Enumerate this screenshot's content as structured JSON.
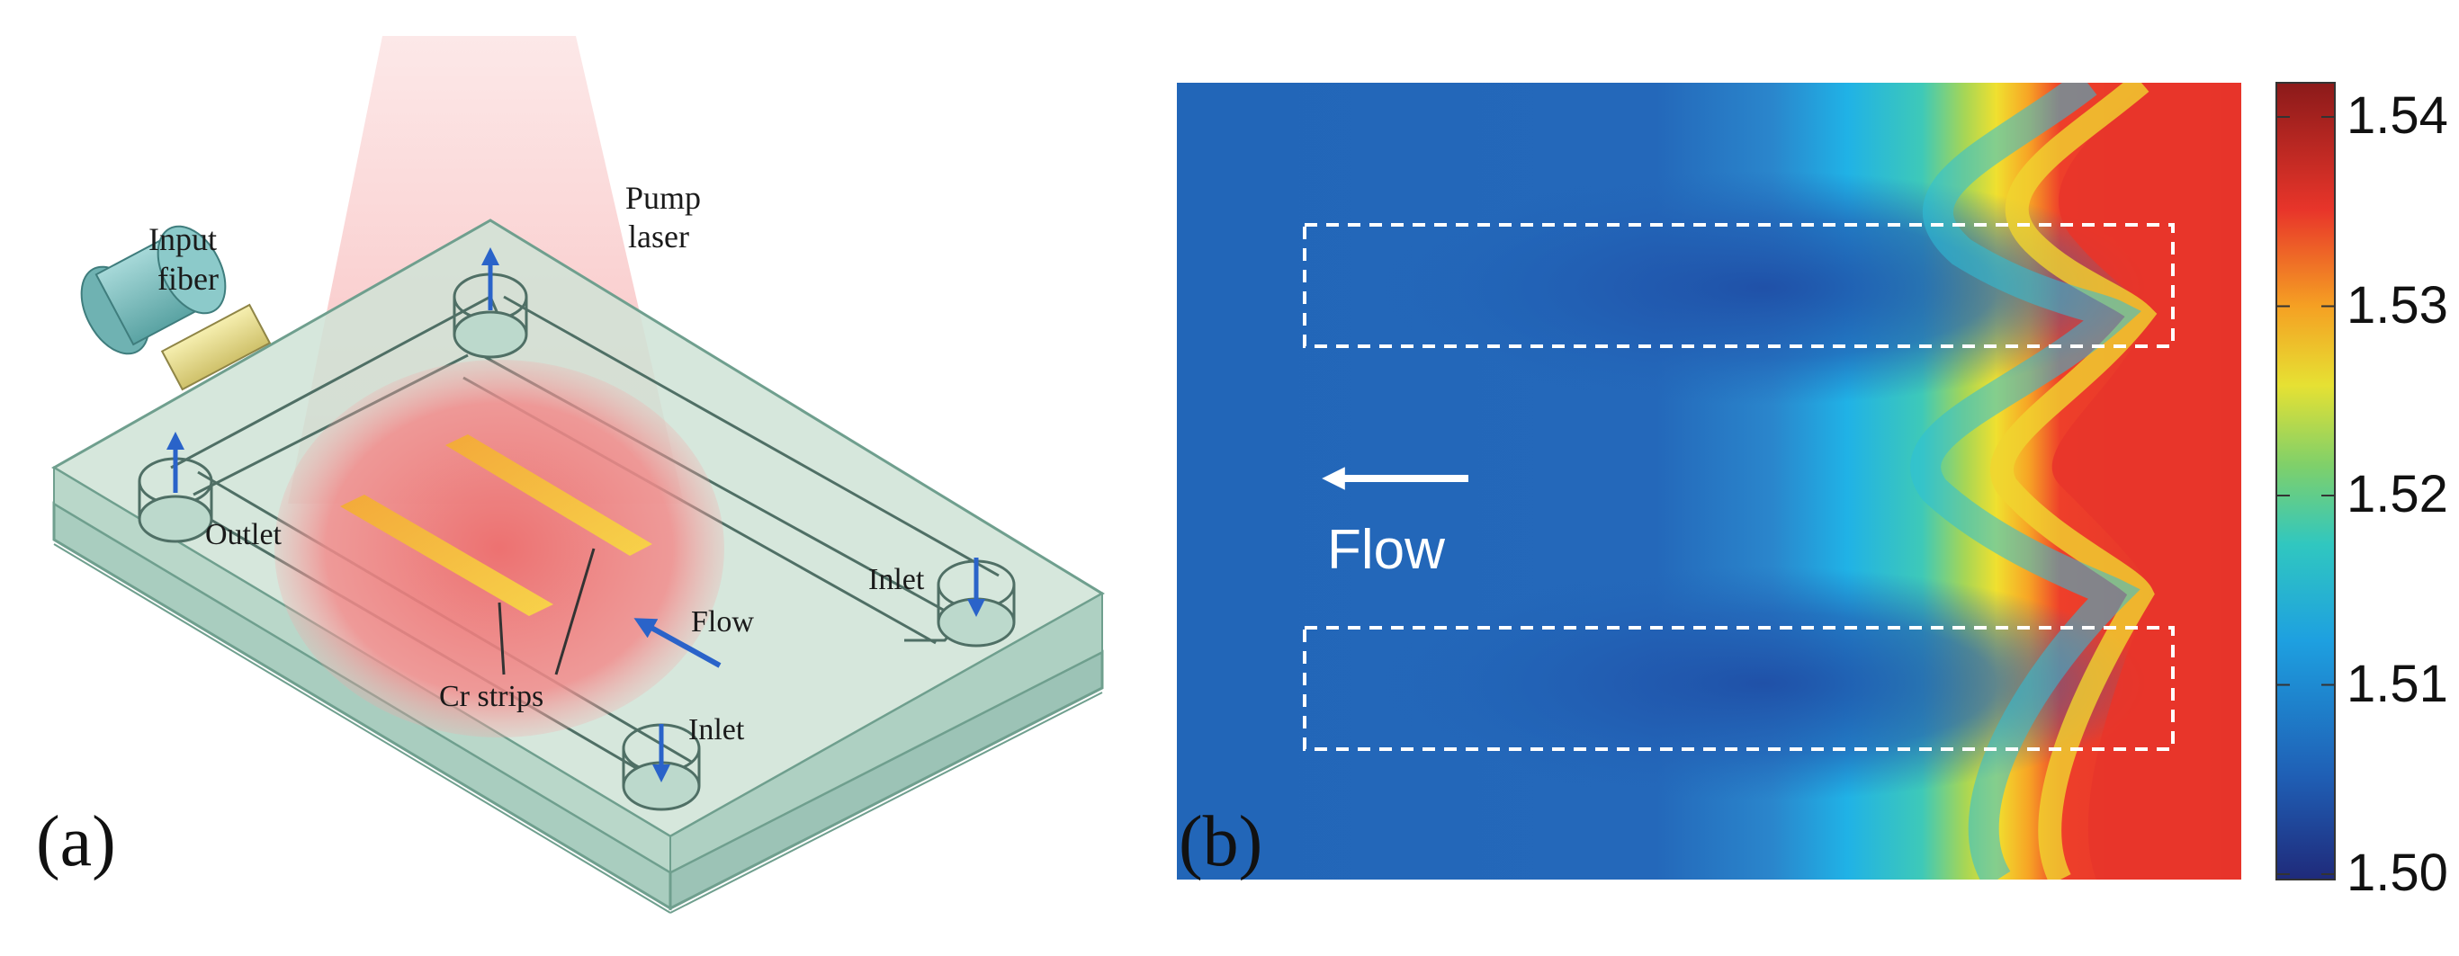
{
  "panel_a": {
    "letter": "(a)",
    "labels": {
      "input_fiber": [
        "Input",
        "fiber"
      ],
      "pump_laser": [
        "Pump",
        "laser"
      ],
      "outlet": "Outlet",
      "inlet_right": "Inlet",
      "inlet_bottom": "Inlet",
      "flow": "Flow",
      "cr_strips": "Cr strips"
    },
    "colors": {
      "glass_top": "#cfe3d6",
      "glass_side": "#b4d4c6",
      "laser": "#f08a8a",
      "strip": "#f3b23a",
      "arrow": "#2a63c9"
    }
  },
  "panel_b": {
    "letter": "(b)",
    "flow_label": "Flow",
    "colorbar": {
      "ticks": [
        "1.54",
        "1.53",
        "1.52",
        "1.51",
        "1.50"
      ],
      "min": 1.5,
      "max": 1.54,
      "colormap": [
        "#1f2a7a",
        "#1f5fb5",
        "#1ea0e0",
        "#30c7c0",
        "#7fd06a",
        "#e6e133",
        "#f5a023",
        "#e8352a",
        "#8b1a1a"
      ]
    }
  }
}
